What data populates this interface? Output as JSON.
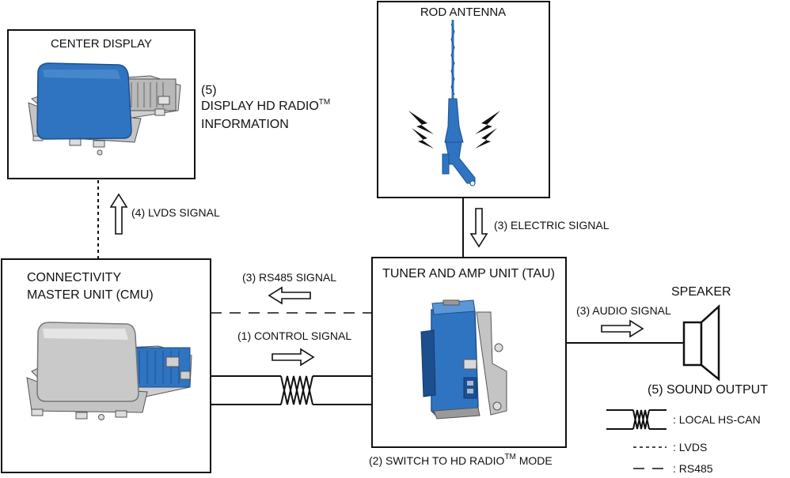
{
  "components": {
    "center_display": {
      "title": "CENTER DISPLAY"
    },
    "rod_antenna": {
      "title": "ROD ANTENNA"
    },
    "cmu": {
      "title_line1": "CONNECTIVITY",
      "title_line2": "MASTER UNIT (CMU)"
    },
    "tau": {
      "title": "TUNER AND AMP UNIT (TAU)"
    },
    "speaker": {
      "title": "SPEAKER"
    }
  },
  "signals": {
    "display_info": {
      "num": "(5)",
      "line1": "DISPLAY HD RADIO",
      "line1_sup": "TM",
      "line2": "INFORMATION"
    },
    "lvds": "(4)  LVDS SIGNAL",
    "electric": "(3)  ELECTRIC SIGNAL",
    "rs485": "(3)  RS485 SIGNAL",
    "control": "(1)  CONTROL SIGNAL",
    "audio": "(3)  AUDIO SIGNAL",
    "sound_output": "(5)  SOUND OUTPUT",
    "switch_prefix": "(2)  SWITCH TO HD RADIO",
    "switch_sup": "TM",
    "switch_suffix": " MODE"
  },
  "legend": {
    "hs_can": ": LOCAL HS-CAN",
    "lvds": ": LVDS",
    "rs485": ": RS485"
  },
  "colors": {
    "unit_blue": "#2f74c0",
    "unit_blue_dark": "#1d4f8f",
    "cmu_silver": "#c9c9c9",
    "frame_grey": "#9a9a9a"
  }
}
